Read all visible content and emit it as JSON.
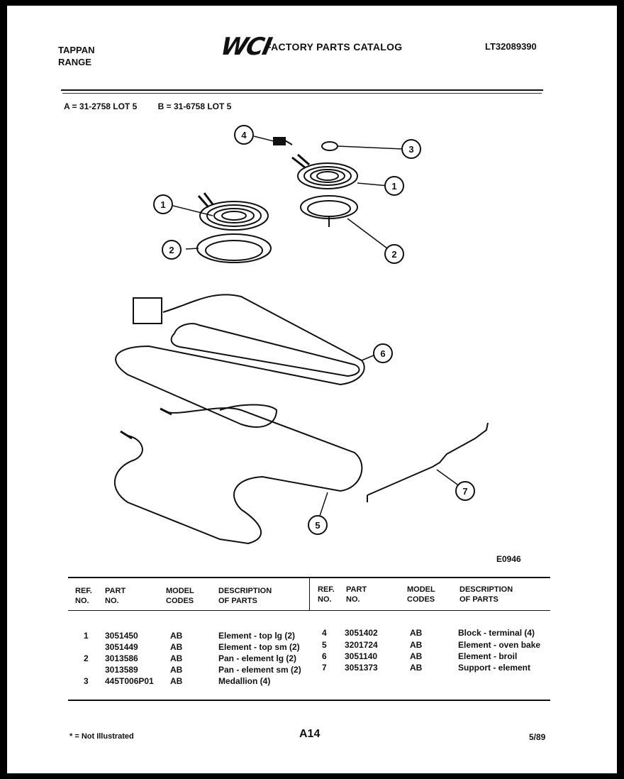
{
  "header": {
    "brand": "TAPPAN",
    "product": "RANGE",
    "logo_text": "WCI",
    "catalog_title": "FACTORY PARTS CATALOG",
    "model_number": "LT32089390"
  },
  "lot_codes": {
    "a": "A = 31-2758 LOT 5",
    "b": "B = 31-6758 LOT 5"
  },
  "diagram": {
    "figure_id": "E0946",
    "callouts": [
      "1",
      "1",
      "2",
      "2",
      "3",
      "4",
      "5",
      "6",
      "7"
    ]
  },
  "table": {
    "headers": {
      "ref_line1": "REF.",
      "ref_line2": "NO.",
      "part_line1": "PART",
      "part_line2": "NO.",
      "model_line1": "MODEL",
      "model_line2": "CODES",
      "desc_line1": "DESCRIPTION",
      "desc_line2": "OF PARTS"
    },
    "left_rows": [
      {
        "ref": "1",
        "part": "3051450",
        "codes": "AB",
        "desc": "Element - top lg (2)"
      },
      {
        "ref": "",
        "part": "3051449",
        "codes": "AB",
        "desc": "Element - top sm (2)"
      },
      {
        "ref": "2",
        "part": "3013586",
        "codes": "AB",
        "desc": "Pan - element lg (2)"
      },
      {
        "ref": "",
        "part": "3013589",
        "codes": "AB",
        "desc": "Pan - element sm (2)"
      },
      {
        "ref": "3",
        "part": "445T006P01",
        "codes": "AB",
        "desc": "Medallion (4)"
      }
    ],
    "right_rows": [
      {
        "ref": "4",
        "part": "3051402",
        "codes": "AB",
        "desc": "Block - terminal (4)"
      },
      {
        "ref": "5",
        "part": "3201724",
        "codes": "AB",
        "desc": "Element - oven bake"
      },
      {
        "ref": "6",
        "part": "3051140",
        "codes": "AB",
        "desc": "Element - broil"
      },
      {
        "ref": "7",
        "part": "3051373",
        "codes": "AB",
        "desc": "Support - element"
      }
    ]
  },
  "footer": {
    "note": "* = Not Illustrated",
    "page": "A14",
    "date": "5/89"
  }
}
